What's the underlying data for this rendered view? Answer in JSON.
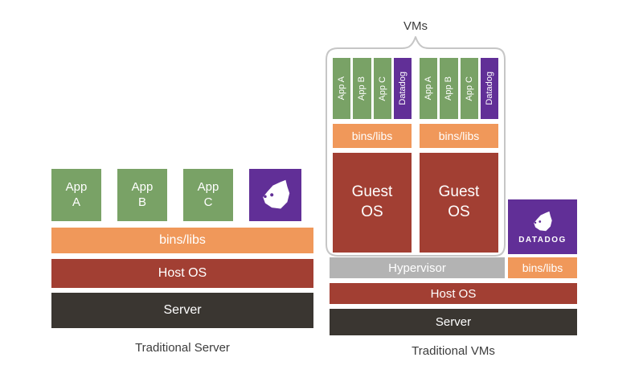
{
  "colors": {
    "app_green": "#79A266",
    "bins_orange": "#F0985A",
    "os_maroon": "#A23F33",
    "server_dark": "#3A3631",
    "datadog_purple": "#612F97",
    "hypervisor_gray": "#B3B3B3",
    "outline_gray": "#C6C6C6",
    "caption_text": "#3C3C3C"
  },
  "traditional_server": {
    "apps": [
      "App A",
      "App B",
      "App C"
    ],
    "bins_libs": "bins/libs",
    "host_os": "Host OS",
    "server": "Server",
    "caption": "Traditional Server"
  },
  "traditional_vms": {
    "vms_label": "VMs",
    "vms": [
      {
        "apps": [
          "App A",
          "App B",
          "App C",
          "Datadog"
        ],
        "bins_libs": "bins/libs",
        "guest_os": "Guest OS"
      },
      {
        "apps": [
          "App A",
          "App B",
          "App C",
          "Datadog"
        ],
        "bins_libs": "bins/libs",
        "guest_os": "Guest OS"
      }
    ],
    "hypervisor": "Hypervisor",
    "host_os": "Host OS",
    "server": "Server",
    "datadog_agent": {
      "brand": "DATADOG",
      "bins_libs": "bins/libs"
    },
    "caption": "Traditional VMs"
  }
}
